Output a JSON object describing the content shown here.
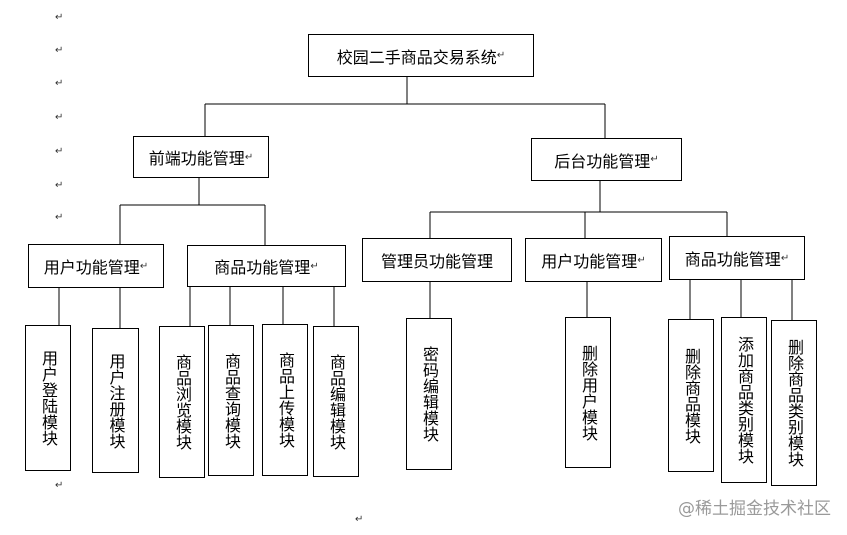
{
  "root": {
    "label": "校园二手商品交易系统"
  },
  "l1": [
    {
      "label": "前端功能管理"
    },
    {
      "label": "后台功能管理"
    }
  ],
  "l2": [
    {
      "label": "用户功能管理"
    },
    {
      "label": "商品功能管理"
    },
    {
      "label": "管理员功能管理"
    },
    {
      "label": "用户功能管理"
    },
    {
      "label": "商品功能管理"
    }
  ],
  "l3": [
    {
      "label": "用户登陆模块"
    },
    {
      "label": "用户注册模块"
    },
    {
      "label": "商品浏览模块"
    },
    {
      "label": "商品查询模块"
    },
    {
      "label": "商品上传模块"
    },
    {
      "label": "商品编辑模块"
    },
    {
      "label": "密码编辑模块"
    },
    {
      "label": "删除用户模块"
    },
    {
      "label": "删除商品模块"
    },
    {
      "label": "添加商品类别模块"
    },
    {
      "label": "删除商品类别模块"
    }
  ],
  "return_mark": "↵",
  "watermark": "@稀土掘金技术社区"
}
